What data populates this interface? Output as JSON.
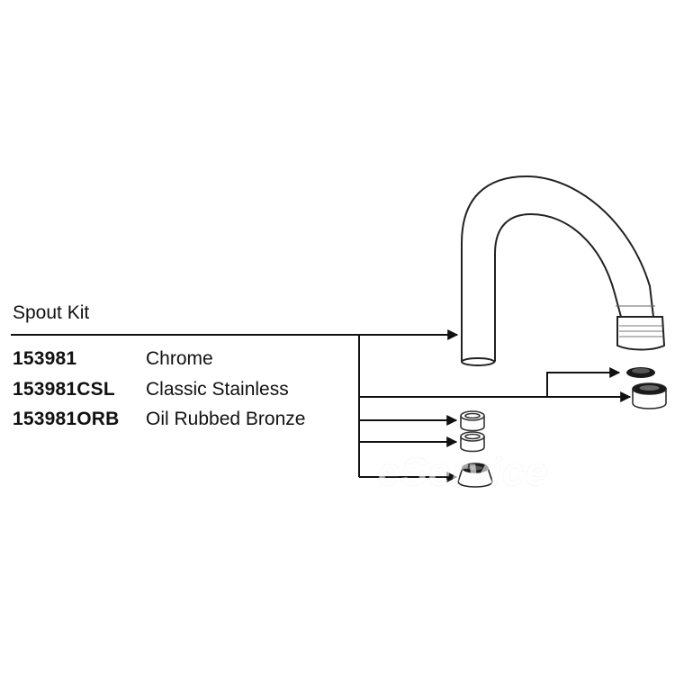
{
  "kit": {
    "title": "Spout Kit",
    "rows": [
      {
        "sku": "153981",
        "finish": "Chrome"
      },
      {
        "sku": "153981CSL",
        "finish": "Classic Stainless"
      },
      {
        "sku": "153981ORB",
        "finish": "Oil Rubbed Bronze"
      }
    ]
  },
  "watermark": "eService",
  "parts": [
    "spout-icon",
    "o-ring-icon",
    "aerator-icon",
    "ring-washer-icon",
    "ring-washer-icon",
    "cone-bushing-icon"
  ],
  "colors": {
    "line": "#111111",
    "background": "#ffffff"
  }
}
